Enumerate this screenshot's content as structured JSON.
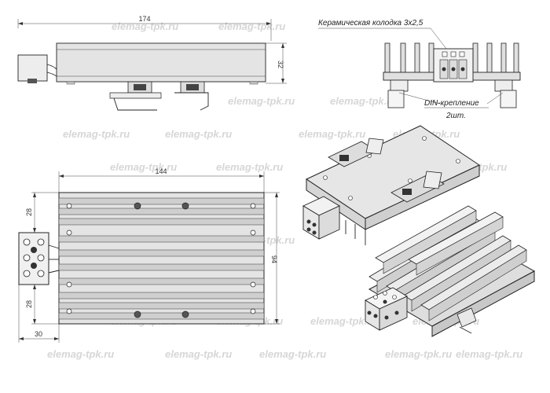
{
  "side_view": {
    "dim_length": "174",
    "dim_height": "32"
  },
  "front_view": {
    "label_block": "Керамическая колодка 3x2,5",
    "label_din": "DIN-крепление",
    "label_count": "2шт."
  },
  "top_view": {
    "dim_length": "144",
    "dim_width": "94",
    "dim_top_offset": "28",
    "dim_bottom_offset": "28",
    "dim_block": "30"
  },
  "watermark": "elemag-tpk.ru",
  "colors": {
    "fin_fill": "#cfcfcf",
    "body_fill": "#e4e4e4",
    "outline": "#222222"
  }
}
